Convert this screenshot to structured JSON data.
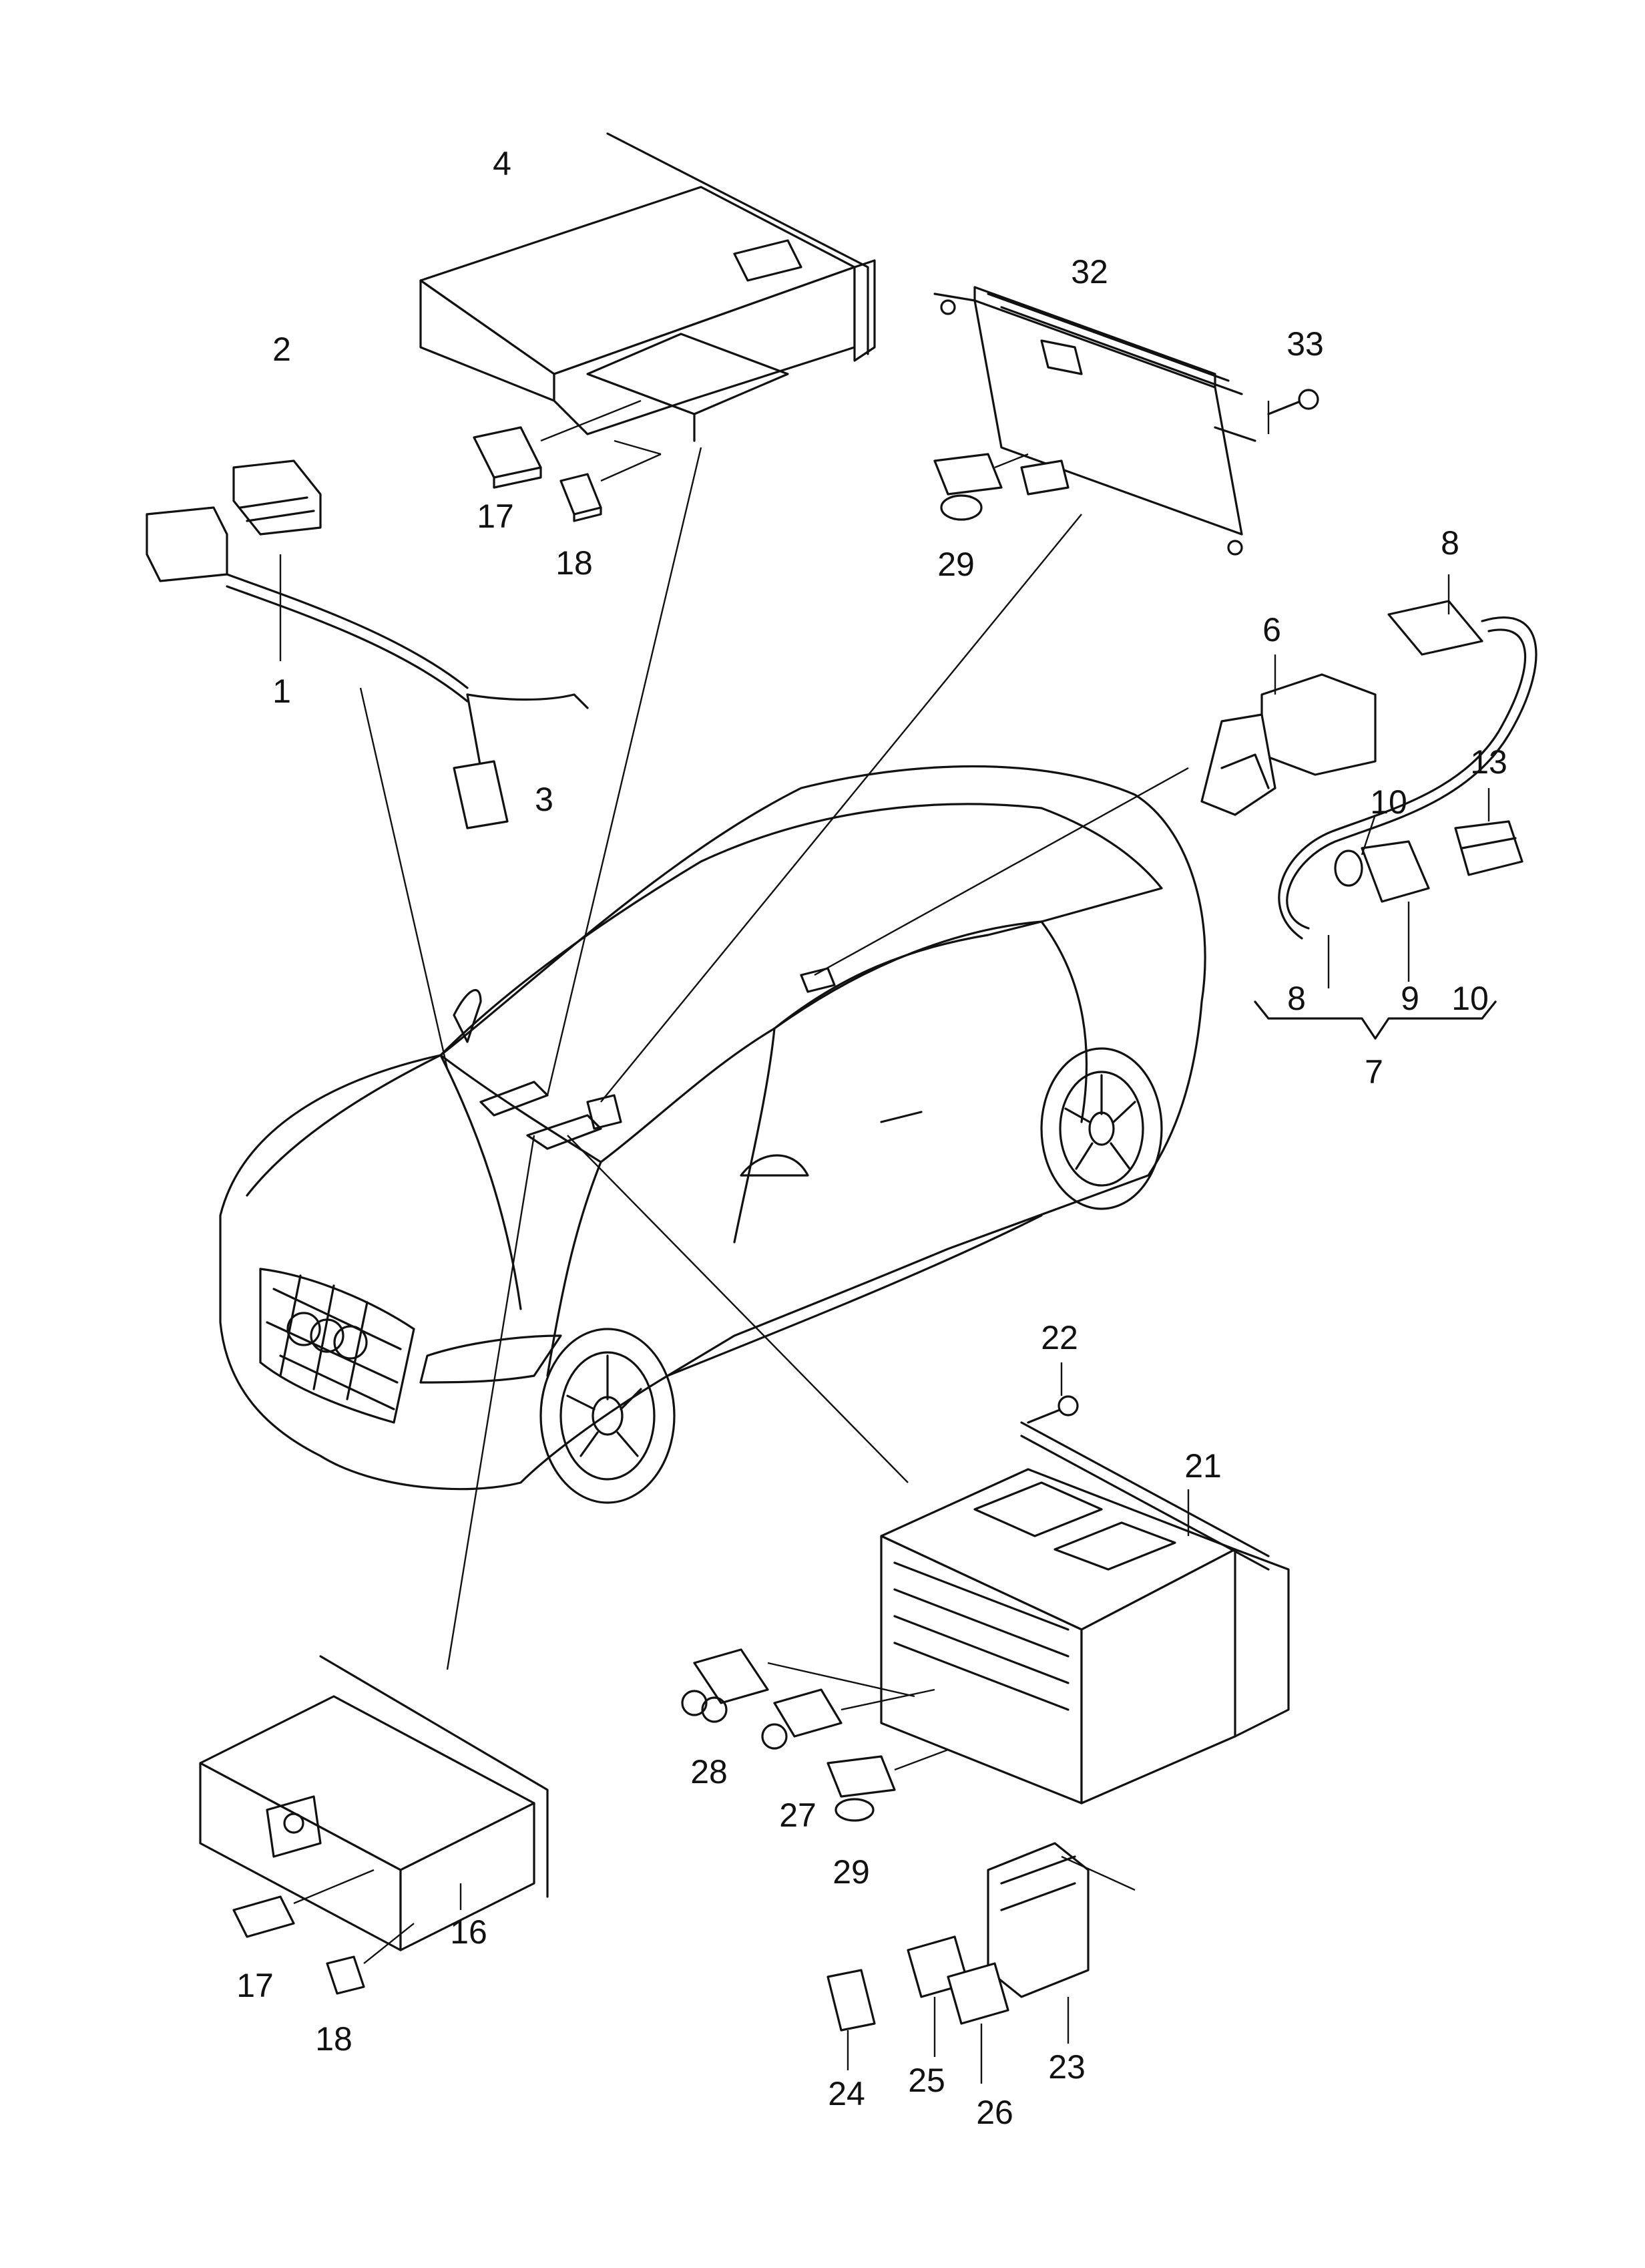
{
  "callouts": [
    {
      "id": "c1",
      "text": "1"
    },
    {
      "id": "c2",
      "text": "2"
    },
    {
      "id": "c3",
      "text": "3"
    },
    {
      "id": "c4",
      "text": "4"
    },
    {
      "id": "c6",
      "text": "6"
    },
    {
      "id": "c7",
      "text": "7"
    },
    {
      "id": "c8a",
      "text": "8"
    },
    {
      "id": "c8b",
      "text": "8"
    },
    {
      "id": "c9",
      "text": "9"
    },
    {
      "id": "c10a",
      "text": "10"
    },
    {
      "id": "c10b",
      "text": "10"
    },
    {
      "id": "c13",
      "text": "13"
    },
    {
      "id": "c16",
      "text": "16"
    },
    {
      "id": "c17a",
      "text": "17"
    },
    {
      "id": "c17b",
      "text": "17"
    },
    {
      "id": "c18a",
      "text": "18"
    },
    {
      "id": "c18b",
      "text": "18"
    },
    {
      "id": "c21",
      "text": "21"
    },
    {
      "id": "c22",
      "text": "22"
    },
    {
      "id": "c23",
      "text": "23"
    },
    {
      "id": "c24",
      "text": "24"
    },
    {
      "id": "c25",
      "text": "25"
    },
    {
      "id": "c26",
      "text": "26"
    },
    {
      "id": "c27",
      "text": "27"
    },
    {
      "id": "c28",
      "text": "28"
    },
    {
      "id": "c29a",
      "text": "29"
    },
    {
      "id": "c29b",
      "text": "29"
    },
    {
      "id": "c32",
      "text": "32"
    },
    {
      "id": "c33",
      "text": "33"
    }
  ]
}
